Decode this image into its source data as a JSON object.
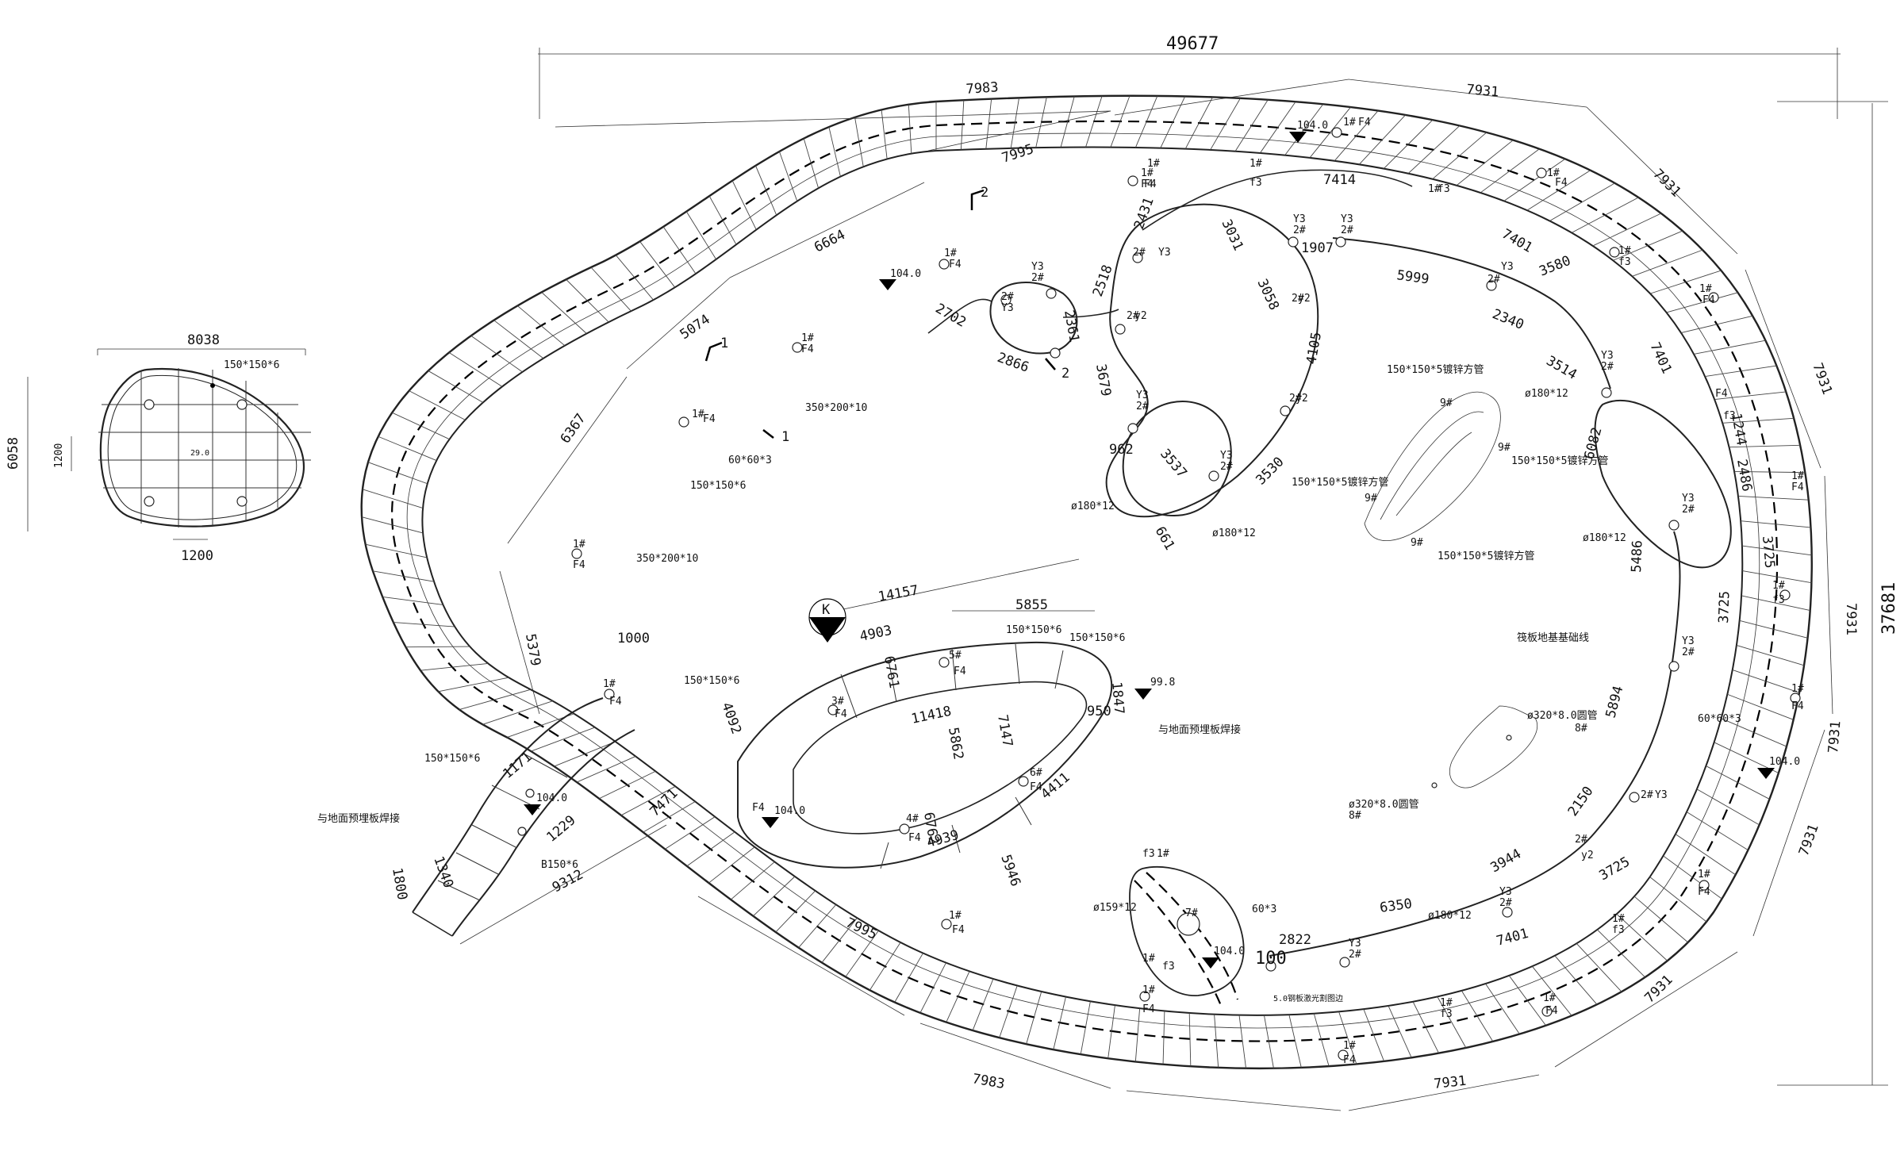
{
  "overall": {
    "width": "49677",
    "height": "37681"
  },
  "top_dims": [
    "7983",
    "7931",
    "7931"
  ],
  "bottom_dims": [
    "7983",
    "7931",
    "7931"
  ],
  "left_dims": [
    "7995",
    "6664",
    "5074",
    "6367",
    "5379",
    "7995",
    "7471",
    "9312"
  ],
  "right_dims": [
    "7931",
    "7931",
    "7931",
    "7931"
  ],
  "inner_dims": {
    "d7414": "7414",
    "d1907": "1907",
    "d5999": "5999",
    "d7401a": "7401",
    "d3580": "3580",
    "d2340": "2340",
    "d3514": "3514",
    "d7401b": "7401",
    "d3031": "3031",
    "d3058": "3058",
    "d4105": "4105",
    "d3530": "3530",
    "d3537": "3537",
    "d962": "962",
    "d661": "661",
    "d2431": "2431",
    "d2518": "2518",
    "d2361": "2361",
    "d3679": "3679",
    "d2702": "2702",
    "d2866": "2866",
    "d6082": "6082",
    "d2486": "2486",
    "d1244": "1244",
    "d3725a": "3725",
    "d3725b": "3725",
    "d5486": "5486",
    "d5894": "5894",
    "d2150": "2150",
    "d3944": "3944",
    "d6350": "6350",
    "d2822": "2822",
    "d7401c": "7401",
    "d3725c": "3725",
    "d14157": "14157",
    "d5855": "5855",
    "d4903": "4903",
    "d11418": "11418",
    "d5862": "5862",
    "d7147": "7147",
    "d4411": "4411",
    "d4939": "4939",
    "d5946": "5946",
    "d950": "950",
    "d1847": "1847",
    "d4092": "4092",
    "d1000": "1000",
    "d100": "100",
    "d1171": "1171",
    "d1229": "1229",
    "d1800": "1800",
    "d1340": "1340",
    "d6761": "6761",
    "d6762": "6762"
  },
  "section_markers": [
    "2",
    "2",
    "1",
    "1",
    "K"
  ],
  "elevations": [
    "104.0",
    "104.0",
    "104.0",
    "104.0",
    "104.0",
    "104.0",
    "99.8"
  ],
  "node_tags": [
    "1#",
    "F4",
    "f3",
    "Y3",
    "2#",
    "y2",
    "3#",
    "4#",
    "5#",
    "6#",
    "7#",
    "8#",
    "9#"
  ],
  "annotations": {
    "pipe_a": "150*150*6",
    "pipe_b": "350*200*10",
    "pipe_c": "60*60*3",
    "pipe_d": "150*150*5镀锌方管",
    "pipe_e": "ø180*12",
    "pipe_f": "ø320*8.0圆管",
    "pipe_g": "ø159*12",
    "pipe_h": "B150*6",
    "weld": "与地面预埋板焊接",
    "foundation": "筏板地基基础线",
    "laser": "5.0钢板激光割图边",
    "sec_8": "8#",
    "dim_60x3": "60*3"
  },
  "section_detail": {
    "width": "8038",
    "height": "6058",
    "label_top": "150*150*6",
    "dim_left": "1200",
    "dim_bottom": "1200",
    "center": "29.0"
  }
}
